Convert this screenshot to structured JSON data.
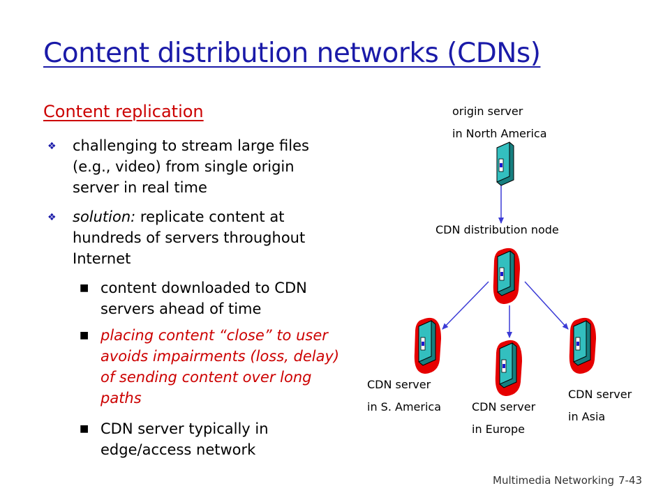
{
  "slide": {
    "title": "Content distribution networks (CDNs)",
    "subheading": "Content replication",
    "bullets": [
      {
        "text": "challenging to stream large files (e.g., video) from single origin server in real time"
      },
      {
        "lead": "solution:",
        "text": " replicate content at hundreds of servers throughout Internet"
      }
    ],
    "subbullets": [
      {
        "text": "content downloaded to CDN servers ahead of time"
      },
      {
        "text": "placing content “close” to user avoids impairments (loss, delay) of sending content over long paths"
      },
      {
        "text": "CDN server typically in edge/access network"
      }
    ]
  },
  "diagram": {
    "origin": {
      "line1": "origin server",
      "line2": "in North America"
    },
    "distribution_node": "CDN distribution node",
    "servers": [
      {
        "line1": "CDN server",
        "line2": "in S. America"
      },
      {
        "line1": "CDN server",
        "line2": "in Europe"
      },
      {
        "line1": "CDN server",
        "line2": "in Asia"
      }
    ],
    "colors": {
      "halo": "#e60000",
      "server_face": "#33bfbf",
      "server_side": "#177f80",
      "slot": "#1a1ad0",
      "arrow": "#3b3bd6"
    }
  },
  "footer": {
    "section": "Multimedia Networking",
    "page": "7-43"
  }
}
